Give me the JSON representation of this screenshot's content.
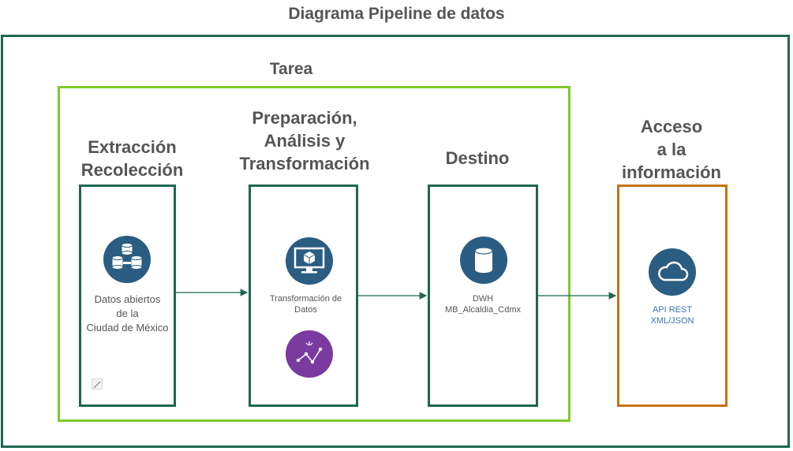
{
  "diagram": {
    "title": "Diagrama Pipeline de datos",
    "group_label": "Tarea",
    "stages": {
      "extraccion": {
        "label_line1": "Extracción",
        "label_line2": "Recolección",
        "node_text_line1": "Datos abiertos",
        "node_text_line2": "de la",
        "node_text_line3": "Ciudad de México",
        "icon": "database-cluster-icon"
      },
      "preparacion": {
        "label_line1": "Preparación,",
        "label_line2": "Análisis y",
        "label_line3": "Transformación",
        "node_text_line1": "Transformación de",
        "node_text_line2": "Datos",
        "icon": "monitor-cube-icon",
        "secondary_icon": "analytics-graph-icon"
      },
      "destino": {
        "label": "Destino",
        "node_text_line1": "DWH",
        "node_text_line2": "MB_Alcaldia_Cdmx",
        "icon": "database-icon"
      },
      "acceso": {
        "label_line1": "Acceso",
        "label_line2": "a la",
        "label_line3": "información",
        "node_text_line1": "API REST",
        "node_text_line2": "XML/JSON",
        "icon": "cloud-icon"
      }
    },
    "colors": {
      "outer_border": "#1f6652",
      "group_border": "#7fca2c",
      "access_border": "#c7720c",
      "icon_blue": "#2b5c82",
      "icon_purple": "#7a3aa0",
      "arrow": "#1f6652",
      "api_text": "#3c74b0"
    }
  }
}
